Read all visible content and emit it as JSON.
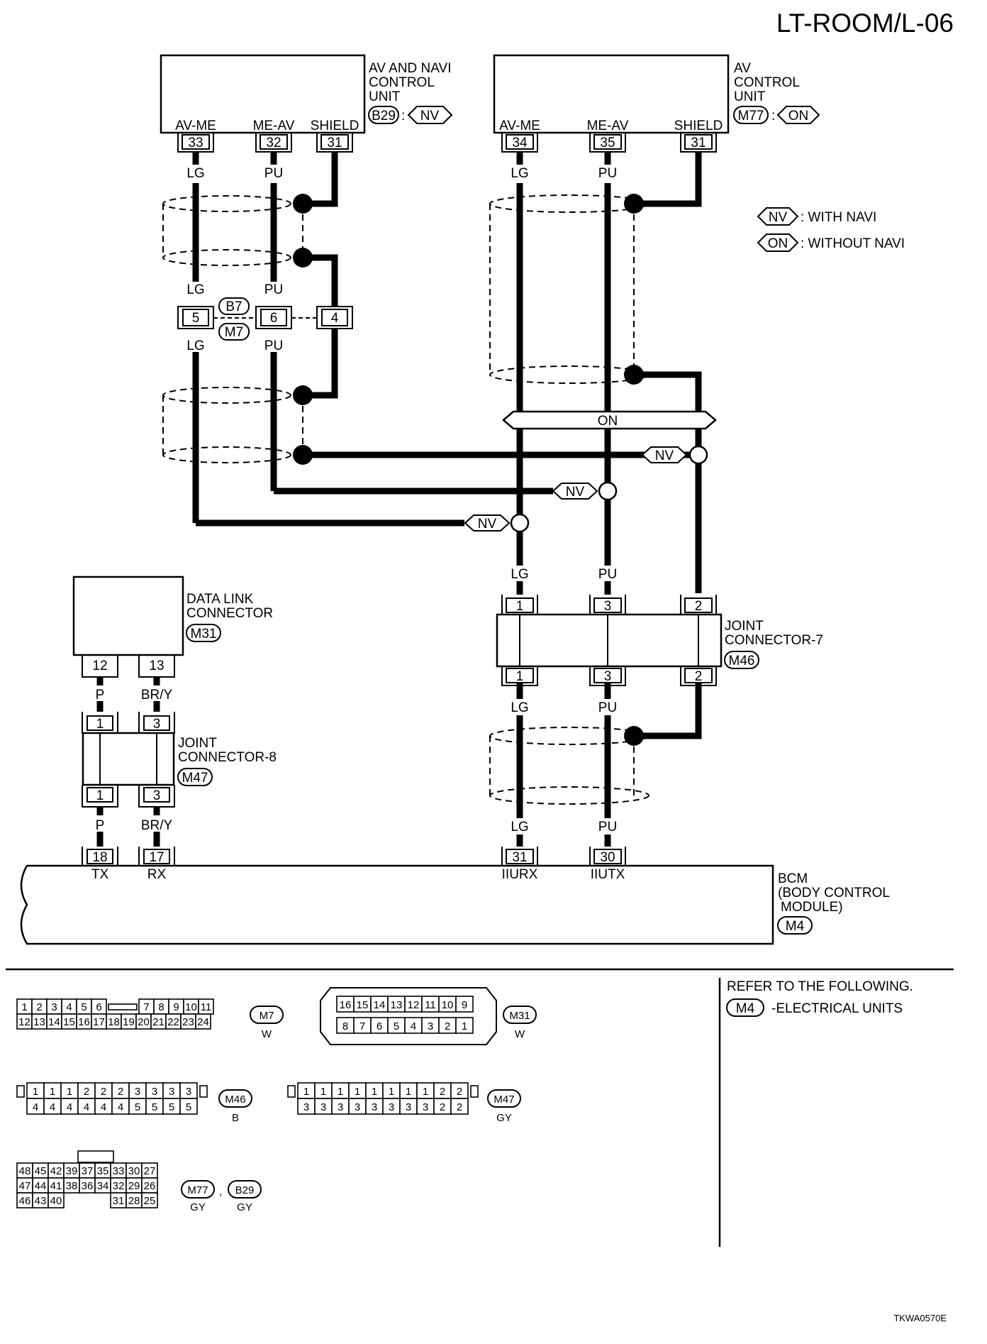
{
  "page_code": "LT-ROOM/L-06",
  "figure_code": "TKWA0570E",
  "legend": {
    "nv": "NV",
    "nv_text": ": WITH NAVI",
    "on": "ON",
    "on_text": ": WITHOUT NAVI"
  },
  "units": {
    "av_navi": {
      "line1": "AV AND NAVI",
      "line2": "CONTROL",
      "line3": "UNIT",
      "connector": "B29",
      "option": "NV",
      "pins": [
        {
          "name": "AV-ME",
          "pin": "33"
        },
        {
          "name": "ME-AV",
          "pin": "32"
        },
        {
          "name": "SHIELD",
          "pin": "31"
        }
      ]
    },
    "av_control": {
      "line1": "AV",
      "line2": "CONTROL",
      "line3": "UNIT",
      "connector": "M77",
      "option": "ON",
      "pins": [
        {
          "name": "AV-ME",
          "pin": "34"
        },
        {
          "name": "ME-AV",
          "pin": "35"
        },
        {
          "name": "SHIELD",
          "pin": "31"
        }
      ]
    },
    "dlc": {
      "line1": "DATA LINK",
      "line2": "CONNECTOR",
      "connector": "M31",
      "pins": [
        "12",
        "13"
      ]
    },
    "jc8": {
      "line1": "JOINT",
      "line2": "CONNECTOR-8",
      "connector": "M47",
      "pins": [
        "1",
        "3"
      ]
    },
    "jc7": {
      "line1": "JOINT",
      "line2": "CONNECTOR-7",
      "connector": "M46",
      "pins": [
        "1",
        "3",
        "2"
      ]
    },
    "bcm": {
      "line1": "BCM",
      "line2": "(BODY CONTROL",
      "line3": "MODULE)",
      "connector": "M4",
      "pins": [
        {
          "pin": "18",
          "name": "TX"
        },
        {
          "pin": "17",
          "name": "RX"
        },
        {
          "pin": "31",
          "name": "IIURX"
        },
        {
          "pin": "30",
          "name": "IIUTX"
        }
      ]
    }
  },
  "inline_connector": {
    "pins": [
      "5",
      "6",
      "4"
    ],
    "conn_a": "B7",
    "conn_b": "M7"
  },
  "wires": {
    "lg": "LG",
    "pu": "PU",
    "p": "P",
    "bry": "BR/Y"
  },
  "bus_label": "ON",
  "option_nv": "NV",
  "refer": {
    "title": "REFER TO THE FOLLOWING.",
    "connector": "M4",
    "text": "-ELECTRICAL UNITS"
  },
  "connector_faces": [
    {
      "id": "M7",
      "color": "W",
      "rows": [
        [
          "1",
          "2",
          "3",
          "4",
          "5",
          "6",
          "",
          "7",
          "8",
          "9",
          "10",
          "11"
        ],
        [
          "12",
          "13",
          "14",
          "15",
          "16",
          "17",
          "18",
          "19",
          "20",
          "21",
          "22",
          "23",
          "24"
        ]
      ]
    },
    {
      "id": "M31",
      "color": "W",
      "rows": [
        [
          "16",
          "15",
          "14",
          "13",
          "12",
          "11",
          "10",
          "9"
        ],
        [
          "8",
          "7",
          "6",
          "5",
          "4",
          "3",
          "2",
          "1"
        ]
      ]
    },
    {
      "id": "M46",
      "color": "B",
      "rows": [
        [
          "1",
          "1",
          "1",
          "2",
          "2",
          "2",
          "3",
          "3",
          "3",
          "3"
        ],
        [
          "4",
          "4",
          "4",
          "4",
          "4",
          "4",
          "5",
          "5",
          "5",
          "5"
        ]
      ]
    },
    {
      "id": "M47",
      "color": "GY",
      "rows": [
        [
          "1",
          "1",
          "1",
          "1",
          "1",
          "1",
          "1",
          "1",
          "2",
          "2"
        ],
        [
          "3",
          "3",
          "3",
          "3",
          "3",
          "3",
          "3",
          "3",
          "2",
          "2"
        ]
      ]
    },
    {
      "id": "M77",
      "id2": "B29",
      "color": "GY",
      "color2": "GY",
      "rows": [
        [
          "48",
          "45",
          "42",
          "39",
          "37",
          "35",
          "33",
          "30",
          "27"
        ],
        [
          "47",
          "44",
          "41",
          "38",
          "36",
          "34",
          "32",
          "29",
          "26"
        ],
        [
          "46",
          "43",
          "40",
          "31",
          "28",
          "25"
        ]
      ]
    }
  ]
}
